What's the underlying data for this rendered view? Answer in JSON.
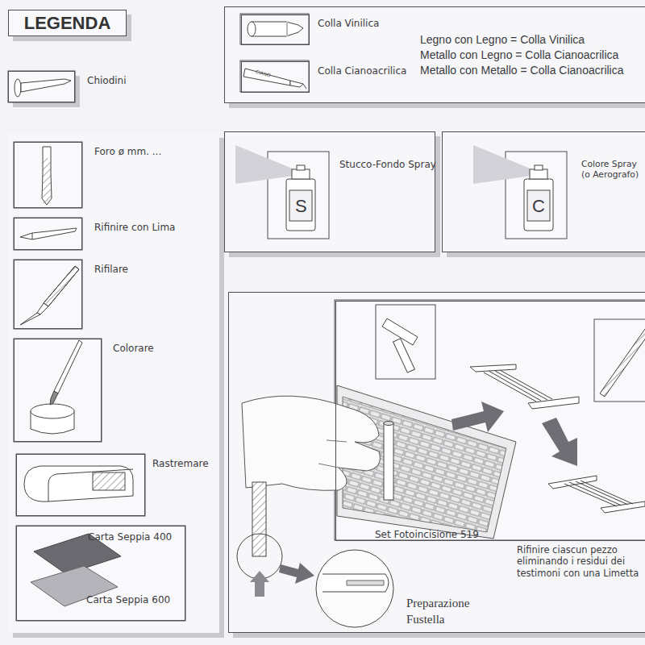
{
  "diagram": {
    "title": "LEGENDA",
    "nodes": [
      {
        "text": [
          "Chiodini"
        ]
      },
      {
        "text": [
          "Legno con Legno = Colla Vinilica",
          "Metallo con Legno = Colla Cianoacrilica",
          "Metallo con Metallo = Colla Cianoacrilica"
        ]
      },
      {
        "text": [
          "Colla Vinilica"
        ],
        "in": 1
      },
      {
        "text": [
          "Colla Cianoacrilica"
        ],
        "in": 1
      },
      {
        "text": [
          "Foro ø mm. ..."
        ]
      },
      {
        "text": [
          "Rifinire con Lima"
        ]
      },
      {
        "text": [
          "Rifilare"
        ]
      },
      {
        "text": [
          "Colorare"
        ]
      },
      {
        "text": [
          "Rastremare"
        ]
      },
      {
        "text": [
          "Carta Seppia 400",
          "Carta Seppia 600"
        ]
      },
      {
        "text": [
          "Stucco-Fondo Spray"
        ]
      },
      {
        "text": [
          "Colore Spray (o Aerografo)"
        ]
      },
      {
        "text": [
          "Rifinire ciascun pezzo eliminando i residui dei testimoni con una Limetta",
          "Preparazione Fustella"
        ]
      },
      {
        "text": [
          "Set Fotoincisione 519"
        ],
        "in": 12
      }
    ],
    "labels": [
      "CIANO",
      "S",
      "C"
    ]
  }
}
